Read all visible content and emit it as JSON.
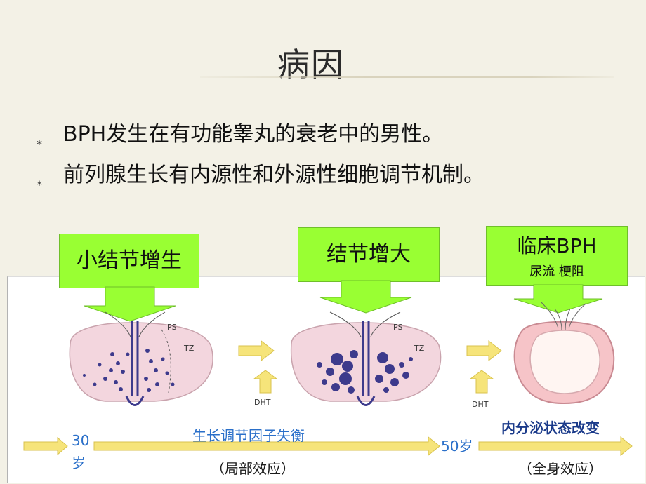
{
  "title": "病因",
  "bullets": [
    {
      "mark": "*",
      "text": "BPH发生在有功能睾丸的衰老中的男性。"
    },
    {
      "mark": "*",
      "text": "前列腺生长有内源性和外源性细胞调节机制。"
    }
  ],
  "stages": [
    {
      "label": "小结节增生"
    },
    {
      "label": "结节增大"
    },
    {
      "label": "临床BPH",
      "sub": "尿流 梗阻"
    }
  ],
  "diagram_labels": {
    "ps": "PS",
    "tz": "TZ",
    "dht": "DHT"
  },
  "timeline": {
    "age_start_num": "30",
    "age_start_unit": "岁",
    "age_mid": "50岁",
    "phase1_title": "生长调节因子失衡",
    "phase1_sub": "（局部效应）",
    "phase2_title": "内分泌状态改变",
    "phase2_sub": "（全身效应）"
  },
  "colors": {
    "callout_green": "#99ff33",
    "gland_fill": "#f3d6de",
    "nodule": "#3d3a8c",
    "arrow_yellow": "#f6e47a",
    "age_blue": "#2a6fc9"
  }
}
